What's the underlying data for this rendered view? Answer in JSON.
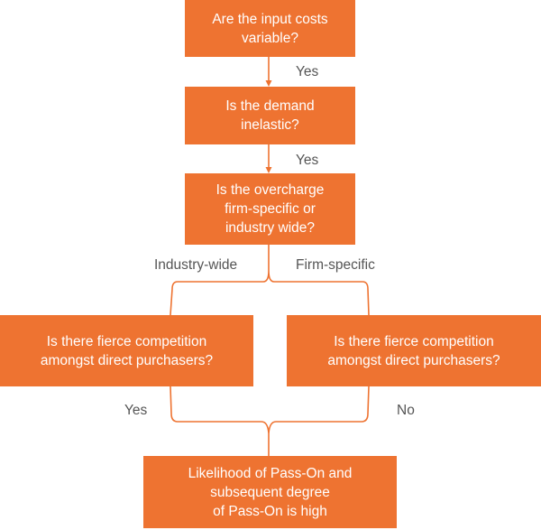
{
  "colors": {
    "box_fill": "#ee7331",
    "box_text": "#ffffff",
    "label_text": "#555555",
    "connector": "#ee7331"
  },
  "nodes": {
    "q1": "Are the input costs\nvariable?",
    "q2": "Is the demand\ninelastic?",
    "q3": "Is the overcharge\nfirm-specific or\nindustry wide?",
    "q4_left": "Is there fierce competition\namongst direct purchasers?",
    "q4_right": "Is there fierce competition\namongst direct purchasers?",
    "result": "Likelihood of Pass-On and\nsubsequent degree\nof Pass-On is high"
  },
  "edge_labels": {
    "q1_q2": "Yes",
    "q2_q3": "Yes",
    "q3_left": "Industry-wide",
    "q3_right": "Firm-specific",
    "left_result": "Yes",
    "right_result": "No"
  }
}
